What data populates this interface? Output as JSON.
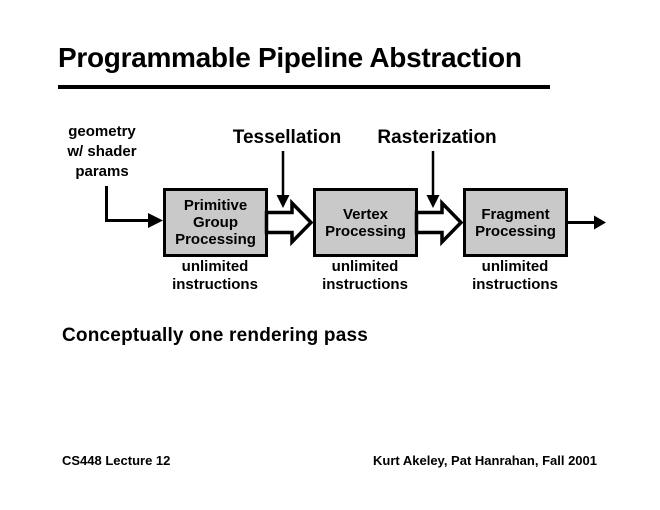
{
  "slide": {
    "title": "Programmable Pipeline Abstraction",
    "statement": "Conceptually one rendering pass",
    "footer": {
      "left": "CS448 Lecture 12",
      "right": "Kurt Akeley, Pat Hanrahan, Fall 2001"
    }
  },
  "diagram": {
    "input_label": {
      "lines": [
        "geometry",
        "w/ shader",
        "params"
      ]
    },
    "annotations": [
      {
        "label": "Tessellation"
      },
      {
        "label": "Rasterization"
      }
    ],
    "stages": [
      {
        "label_lines": [
          "Primitive",
          "Group",
          "Processing"
        ],
        "note_lines": [
          "unlimited",
          "instructions"
        ]
      },
      {
        "label_lines": [
          "Vertex",
          "Processing"
        ],
        "note_lines": [
          "unlimited",
          "instructions"
        ]
      },
      {
        "label_lines": [
          "Fragment",
          "Processing"
        ],
        "note_lines": [
          "unlimited",
          "instructions"
        ]
      }
    ],
    "colors": {
      "background": "#ffffff",
      "text": "#000000",
      "box_fill": "#c9c9c9",
      "box_border": "#000000",
      "arrow": "#000000",
      "block_arrow_fill": "#ffffff"
    }
  }
}
